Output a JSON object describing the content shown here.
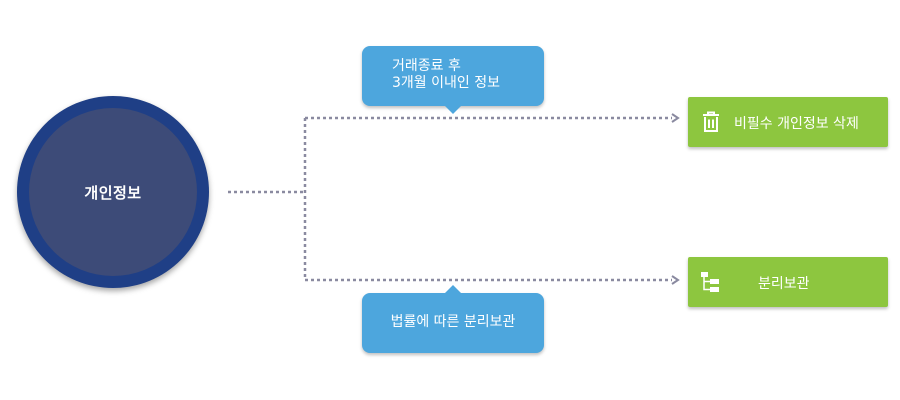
{
  "center_node": {
    "label": "개인정보"
  },
  "branches": {
    "top": {
      "note_line1": "거래종료 후",
      "note_line2": "3개월 이내인 정보",
      "action_label": "비필수 개인정보 삭제",
      "action_icon": "trash-icon"
    },
    "bottom": {
      "note": "법률에 따른 분리보관",
      "action_label": "분리보관",
      "action_icon": "folder-tree-icon"
    }
  },
  "colors": {
    "circle_ring": "#1f3f86",
    "circle_fill": "#3d4b78",
    "note_bubble": "#4da6dd",
    "action_box": "#8dc63f",
    "connector": "#8a8aa0"
  }
}
